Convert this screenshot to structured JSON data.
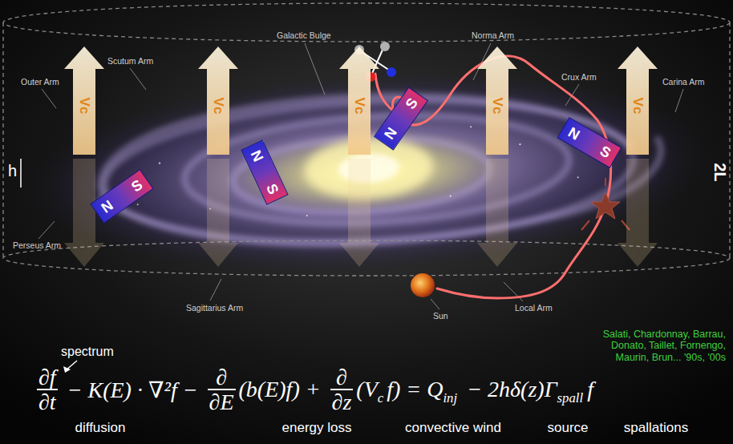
{
  "diagram": {
    "nodes": [
      {
        "text": [
          "Vc"
        ]
      },
      {
        "text": [
          "Vc"
        ]
      },
      {
        "text": [
          "Vc"
        ]
      },
      {
        "text": [
          "Vc"
        ]
      },
      {
        "text": [
          "Vc"
        ]
      },
      {
        "text": [
          "N",
          "S"
        ]
      },
      {
        "text": [
          "N",
          "S"
        ]
      },
      {
        "text": [
          "N",
          "S"
        ]
      },
      {
        "text": [
          "N",
          "S"
        ]
      }
    ],
    "labels": [
      "Galactic Bulge",
      "Norma Arm",
      "Scutum Arm",
      "Outer Arm",
      "Crux Arm",
      "Carina Arm",
      "Perseus Arm",
      "Sagittarius Arm",
      "Sun",
      "Local Arm",
      "h",
      "2L",
      "spectrum",
      "Salati, Chardonnay, Barrau, Donato, Taillet, Fornengo, Maurin, Brun... '90s, '00s",
      "diffusion",
      "energy loss",
      "convective wind",
      "source",
      "spallations",
      "∂f",
      "∂t",
      "− K(E) · ∇²f −",
      "∂",
      "∂E",
      "(b(E)f) +",
      "∂",
      "∂z",
      "(V",
      "c",
      "f) = Q",
      "inj",
      "− 2hδ(z)Γ",
      "spall",
      "f"
    ]
  }
}
